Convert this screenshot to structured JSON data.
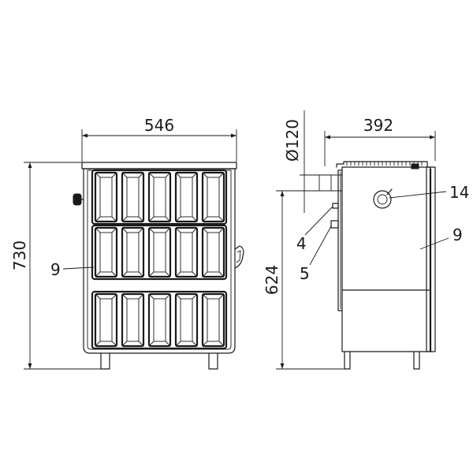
{
  "dimensions": {
    "front_width": "546",
    "front_height": "730",
    "side_depth": "392",
    "side_height": "624",
    "flue_diameter": "Ø120"
  },
  "callouts": {
    "front_part_9": "9",
    "side_part_14": "14",
    "side_part_9": "9",
    "side_part_4": "4",
    "side_part_5": "5"
  }
}
